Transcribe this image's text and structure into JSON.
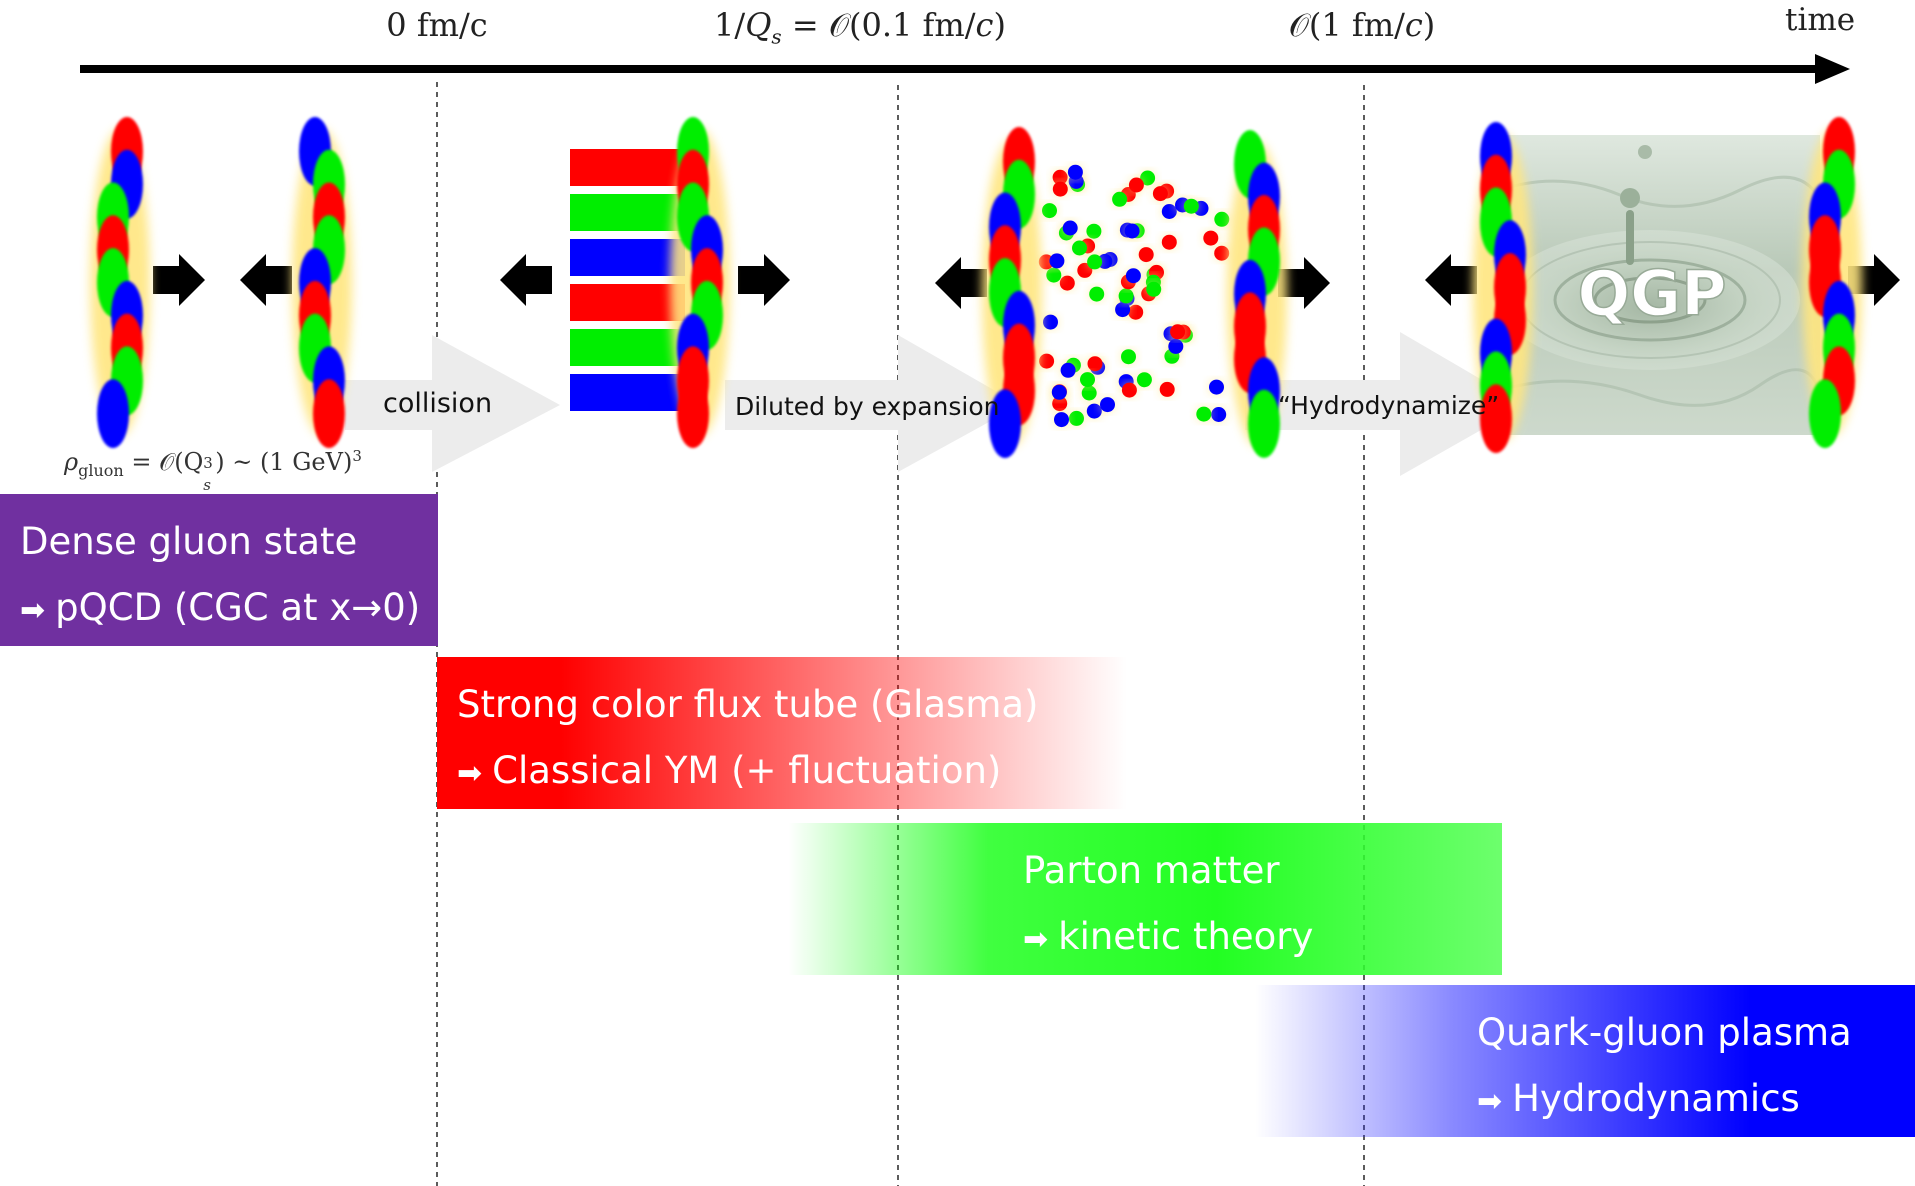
{
  "timeline": {
    "axis_label": "time",
    "ticks": [
      {
        "id": "t0",
        "label": "0 fm/c"
      },
      {
        "id": "t1",
        "label": "1/Q_s = O(0.1 fm/c)"
      },
      {
        "id": "t2",
        "label": "O(1 fm/c)"
      }
    ]
  },
  "tick_text": {
    "t0": "0 fm/c",
    "t1_pre": "1/",
    "t1_q": "Q",
    "t1_s": "s",
    "t1_post": " = 𝒪(0.1 fm/",
    "t1_c": "c",
    "t1_close": ")",
    "t2_pre": "𝒪(1 fm/",
    "t2_c": "c",
    "t2_close": ")"
  },
  "steps": {
    "collision": "collision",
    "diluted": "Diluted by expansion",
    "hydrodynamize": "“Hydrodynamize”",
    "qgp": "QGP"
  },
  "formula": {
    "rho": "ρ",
    "sub": "gluon",
    "mid": " = 𝒪(Q",
    "q_sup": "3",
    "q_sub": "s",
    "rest": ") ~ (1 GeV)",
    "rest_sup": "3"
  },
  "bands": [
    {
      "id": "dense",
      "title": "Dense gluon state",
      "method": "pQCD (CGC at x→0)",
      "color": "#7030a0"
    },
    {
      "id": "glasma",
      "title": "Strong color flux tube (Glasma)",
      "method": "Classical YM (+ fluctuation)",
      "color": "#ff0000"
    },
    {
      "id": "parton",
      "title": "Parton matter",
      "method": "kinetic theory",
      "color": "#00ff00"
    },
    {
      "id": "qgp",
      "title": "Quark-gluon plasma",
      "method": "Hydrodynamics",
      "color": "#0000ff"
    }
  ],
  "band_text": {
    "dense_title": "Dense gluon state",
    "dense_method": "pQCD (CGC at x→0)",
    "glasma_title": "Strong color flux tube (Glasma)",
    "glasma_method": "Classical YM (+ fluctuation)",
    "parton_title": "Parton matter",
    "parton_method": "kinetic theory",
    "qgp_title": "Quark-gluon plasma",
    "qgp_method": "Hydrodynamics"
  },
  "colors": {
    "red": "#ff0000",
    "green": "#00ee00",
    "blue": "#0000ff",
    "purple": "#7030a0",
    "halo": "#ffe680"
  }
}
